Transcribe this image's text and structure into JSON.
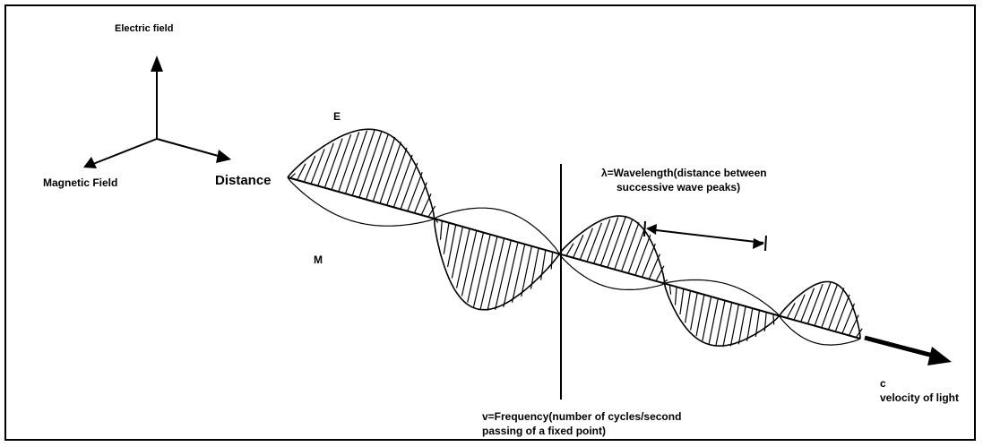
{
  "axes": {
    "electric_field": "Electric field",
    "magnetic_field": "Magnetic Field",
    "distance": "Distance"
  },
  "wave": {
    "e_label": "E",
    "m_label": "M"
  },
  "wavelength": {
    "line1": "λ=Wavelength(distance between",
    "line2": "successive wave peaks)"
  },
  "frequency": {
    "line1": "v=Frequency(number of cycles/second",
    "line2": "passing of a fixed point)"
  },
  "velocity": {
    "symbol": "c",
    "label": "velocity of light"
  }
}
